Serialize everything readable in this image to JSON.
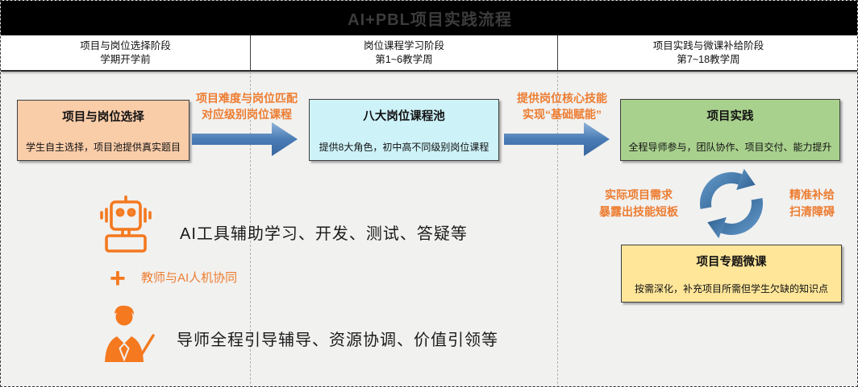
{
  "title_bar": {
    "title": "AI+PBL项目实践流程"
  },
  "phase_header": {
    "columns": [
      {
        "name": "项目与岗位选择阶段",
        "time": "学期开学前"
      },
      {
        "name": "岗位课程学习阶段",
        "time": "第1~6教学周"
      },
      {
        "name": "项目实践与微课补给阶段",
        "time": "第7~18教学周"
      }
    ]
  },
  "flow": {
    "selection_box": {
      "title": "项目与岗位选择",
      "desc": "学生自主选择，项目池提供真实题目",
      "fill": "#facda9"
    },
    "arrow1": {
      "line1": "项目难度与岗位匹配",
      "line2": "对应级别岗位课程"
    },
    "course_pool_box": {
      "title": "八大岗位课程池",
      "desc": "提供8大角色，初中高不同级别岗位课程",
      "fill": "#cdf2f8"
    },
    "arrow2": {
      "line1": "提供岗位核心技能",
      "line2": "实现“基础赋能”"
    },
    "practice_box": {
      "title": "项目实践",
      "desc": "全程导师参与，团队协作、项目交付、能力提升",
      "fill": "#a9d18e"
    },
    "cycle": {
      "left_line1": "实际项目需求",
      "left_line2": "暴露出技能短板",
      "right_line1": "精准补给",
      "right_line2": "扫清障碍"
    },
    "micro_course_box": {
      "title": "项目专题微课",
      "desc": "按需深化，补充项目所需但学生欠缺的知识点",
      "fill": "#ffe699"
    }
  },
  "support": {
    "plus_symbol": "+",
    "ai_tools_text": "AI工具辅助学习、开发、测试、答疑等",
    "human_ai_text": "教师与AI人机协同",
    "mentor_text": "导师全程引导辅导、资源协调、价值引领等"
  },
  "colors": {
    "accent_orange": "#ed7d31",
    "icon_orange": "#f4791f",
    "arrow_blue": "#4a7cb5",
    "cycle_blue": "#3a72a6",
    "title_text": "#3c3c3c",
    "title_bar_bg": "#000000",
    "background": "#f1f1f0",
    "selection_fill": "#facda9",
    "course_pool_fill": "#cdf2f8",
    "practice_fill": "#a9d18e",
    "micro_course_fill": "#ffe699"
  }
}
